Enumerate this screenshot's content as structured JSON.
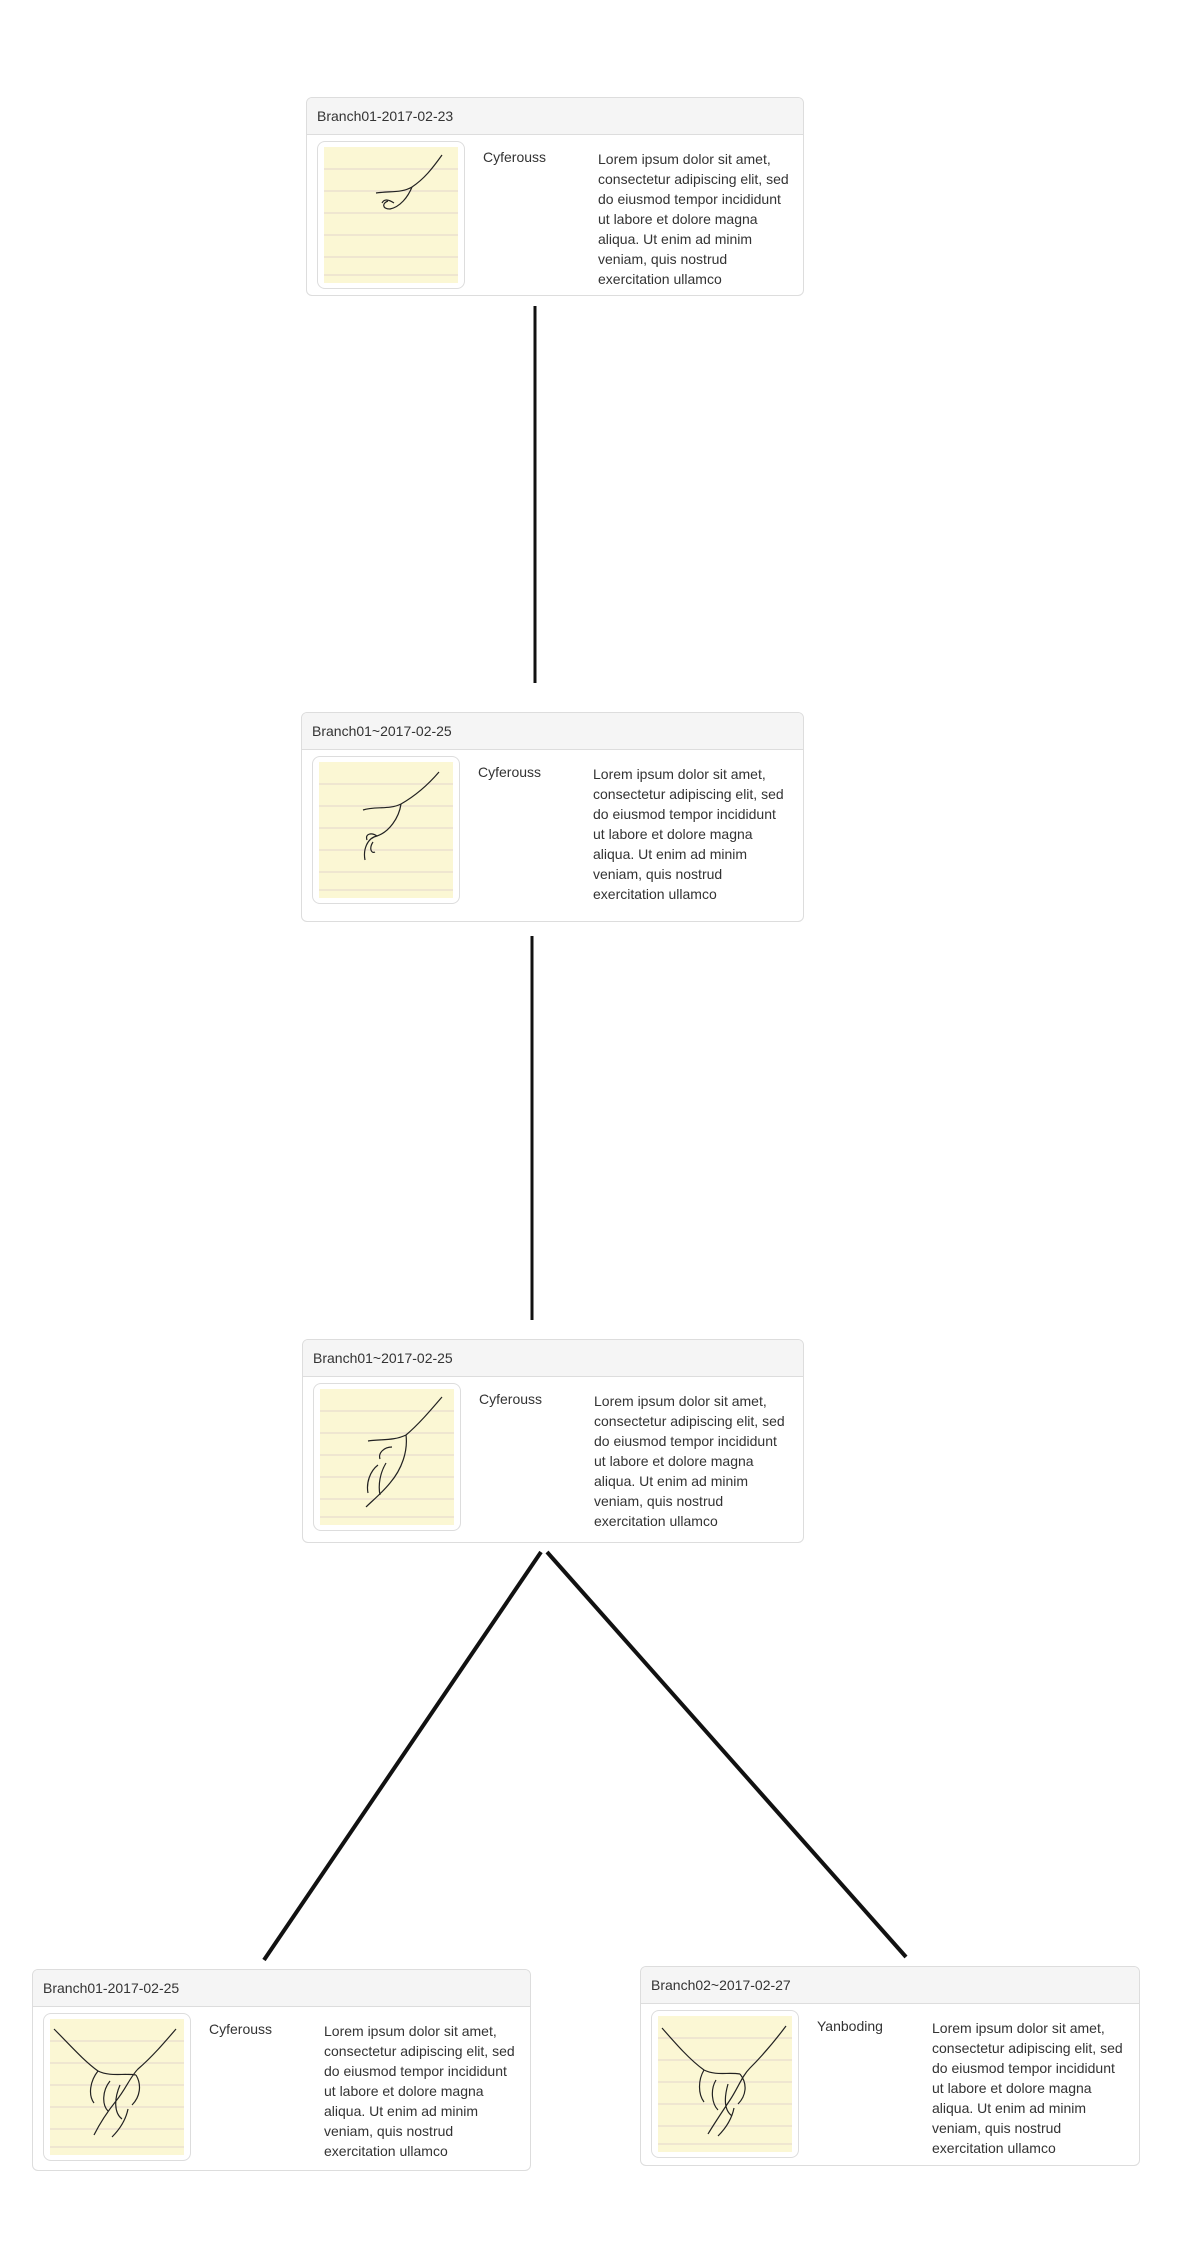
{
  "nodes": [
    {
      "title": "Branch01-2017-02-23",
      "author": "Cyferouss",
      "description": "Lorem ipsum dolor sit amet, consectetur adipiscing elit, sed do eiusmod tempor incididunt ut labore et dolore magna aliqua. Ut enim ad minim veniam, quis nostrud exercitation ullamco",
      "image_icon": "hand-sketch-icon"
    },
    {
      "title": "Branch01~2017-02-25",
      "author": "Cyferouss",
      "description": "Lorem ipsum dolor sit amet, consectetur adipiscing elit, sed do eiusmod tempor incididunt ut labore et dolore magna aliqua. Ut enim ad minim veniam, quis nostrud exercitation ullamco",
      "image_icon": "hand-sketch-icon"
    },
    {
      "title": "Branch01~2017-02-25",
      "author": "Cyferouss",
      "description": "Lorem ipsum dolor sit amet, consectetur adipiscing elit, sed do eiusmod tempor incididunt ut labore et dolore magna aliqua. Ut enim ad minim veniam, quis nostrud exercitation ullamco",
      "image_icon": "hand-sketch-icon"
    },
    {
      "title": "Branch01-2017-02-25",
      "author": "Cyferouss",
      "description": "Lorem ipsum dolor sit amet, consectetur adipiscing elit, sed do eiusmod tempor incididunt ut labore et dolore magna aliqua. Ut enim ad minim veniam, quis nostrud exercitation ullamco",
      "image_icon": "holding-hands-sketch-icon"
    },
    {
      "title": "Branch02~2017-02-27",
      "author": "Yanboding",
      "description": "Lorem ipsum dolor sit amet, consectetur adipiscing elit, sed do eiusmod tempor incididunt ut labore et dolore magna aliqua. Ut enim ad minim veniam, quis nostrud exercitation ullamco",
      "image_icon": "holding-hands-sketch-icon"
    }
  ],
  "edges": [
    {
      "from": 0,
      "to": 1
    },
    {
      "from": 1,
      "to": 2
    },
    {
      "from": 2,
      "to": 3
    },
    {
      "from": 2,
      "to": 4
    }
  ],
  "colors": {
    "line": "#111111",
    "header_bg": "#f5f5f5",
    "border": "#dddddd",
    "thumb_bg": "#fbf7d4"
  }
}
